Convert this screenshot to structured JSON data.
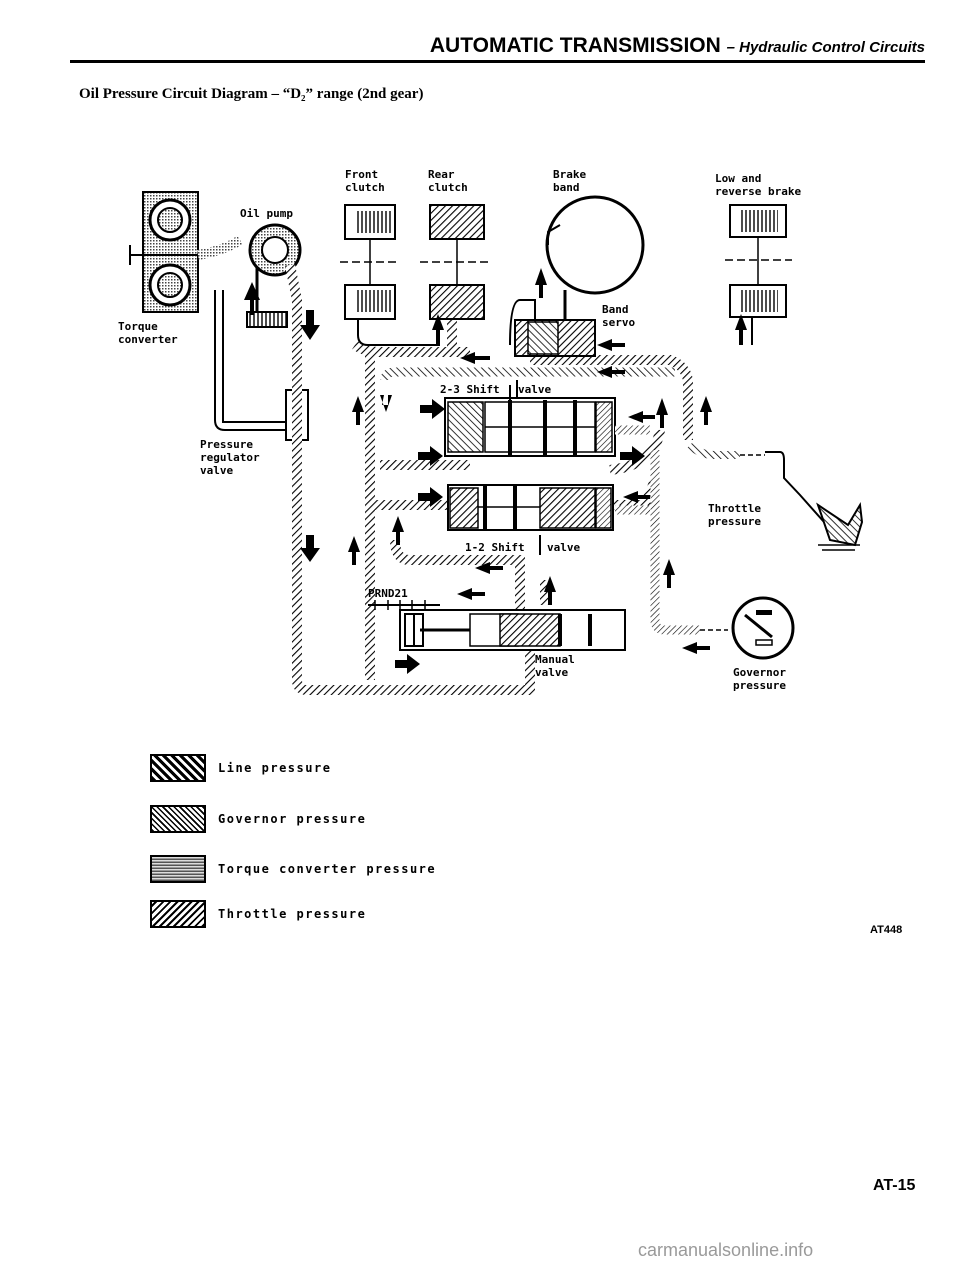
{
  "header": {
    "title": "AUTOMATIC TRANSMISSION",
    "subtitle": "– Hydraulic Control Circuits"
  },
  "caption": "Oil Pressure Circuit Diagram – “D₂” range (2nd gear)",
  "labels": {
    "front_clutch": [
      "Front",
      "clutch"
    ],
    "rear_clutch": [
      "Rear",
      "clutch"
    ],
    "brake_band": [
      "Brake",
      "band"
    ],
    "low_reverse": [
      "Low and",
      "reverse brake"
    ],
    "oil_pump": "Oil pump",
    "torque_converter": [
      "Torque",
      "converter"
    ],
    "band_servo": [
      "Band",
      "servo"
    ],
    "shift_23": "2-3 Shift",
    "shift_23_valve": "valve",
    "pressure_regulator": [
      "Pressure",
      "regulator",
      "valve"
    ],
    "throttle_pressure": [
      "Throttle",
      "pressure"
    ],
    "shift_12": "1-2 Shift",
    "shift_12_valve": "valve",
    "prnd21": "PRND21",
    "manual_valve": [
      "Manual",
      "valve"
    ],
    "governor_pressure": [
      "Governor",
      "pressure"
    ]
  },
  "legend": [
    {
      "label": "Line pressure",
      "pattern": "line"
    },
    {
      "label": "Governor pressure",
      "pattern": "gov"
    },
    {
      "label": "Torque converter pressure",
      "pattern": "tc"
    },
    {
      "label": "Throttle pressure",
      "pattern": "thr"
    }
  ],
  "figure_code": "AT448",
  "page_number": "AT-15",
  "watermark": "carmanualsonline.info"
}
